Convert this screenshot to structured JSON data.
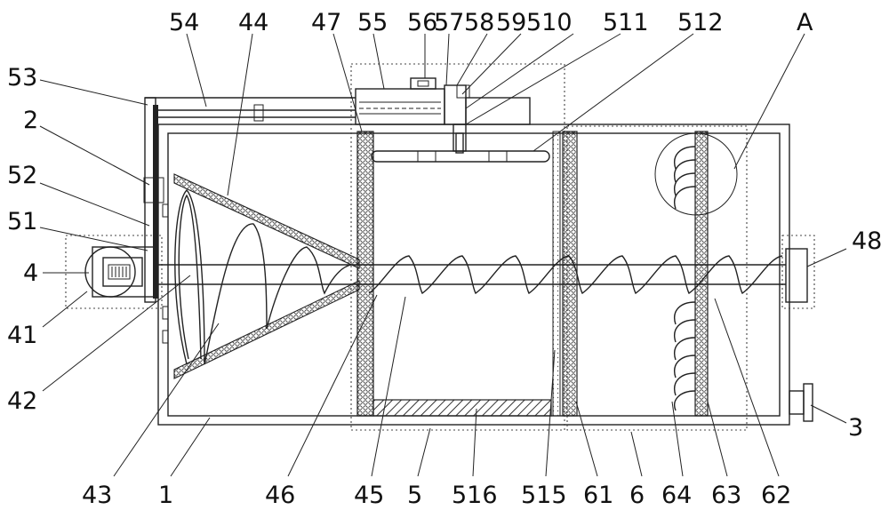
{
  "labels": {
    "l54": "54",
    "l44": "44",
    "l47": "47",
    "l55": "55",
    "l56": "56",
    "l57": "57",
    "l58": "58",
    "l59": "59",
    "l510": "510",
    "l511": "511",
    "l512": "512",
    "lA": "A",
    "l53": "53",
    "l2": "2",
    "l52": "52",
    "l51": "51",
    "l4": "4",
    "l41": "41",
    "l42": "42",
    "l48": "48",
    "l3": "3",
    "l43": "43",
    "l1": "1",
    "l46": "46",
    "l45": "45",
    "l5": "5",
    "l516": "516",
    "l515": "515",
    "l61": "61",
    "l6": "6",
    "l64": "64",
    "l63": "63",
    "l62": "62"
  },
  "colors": {
    "line": "#222222",
    "background": "#ffffff"
  }
}
